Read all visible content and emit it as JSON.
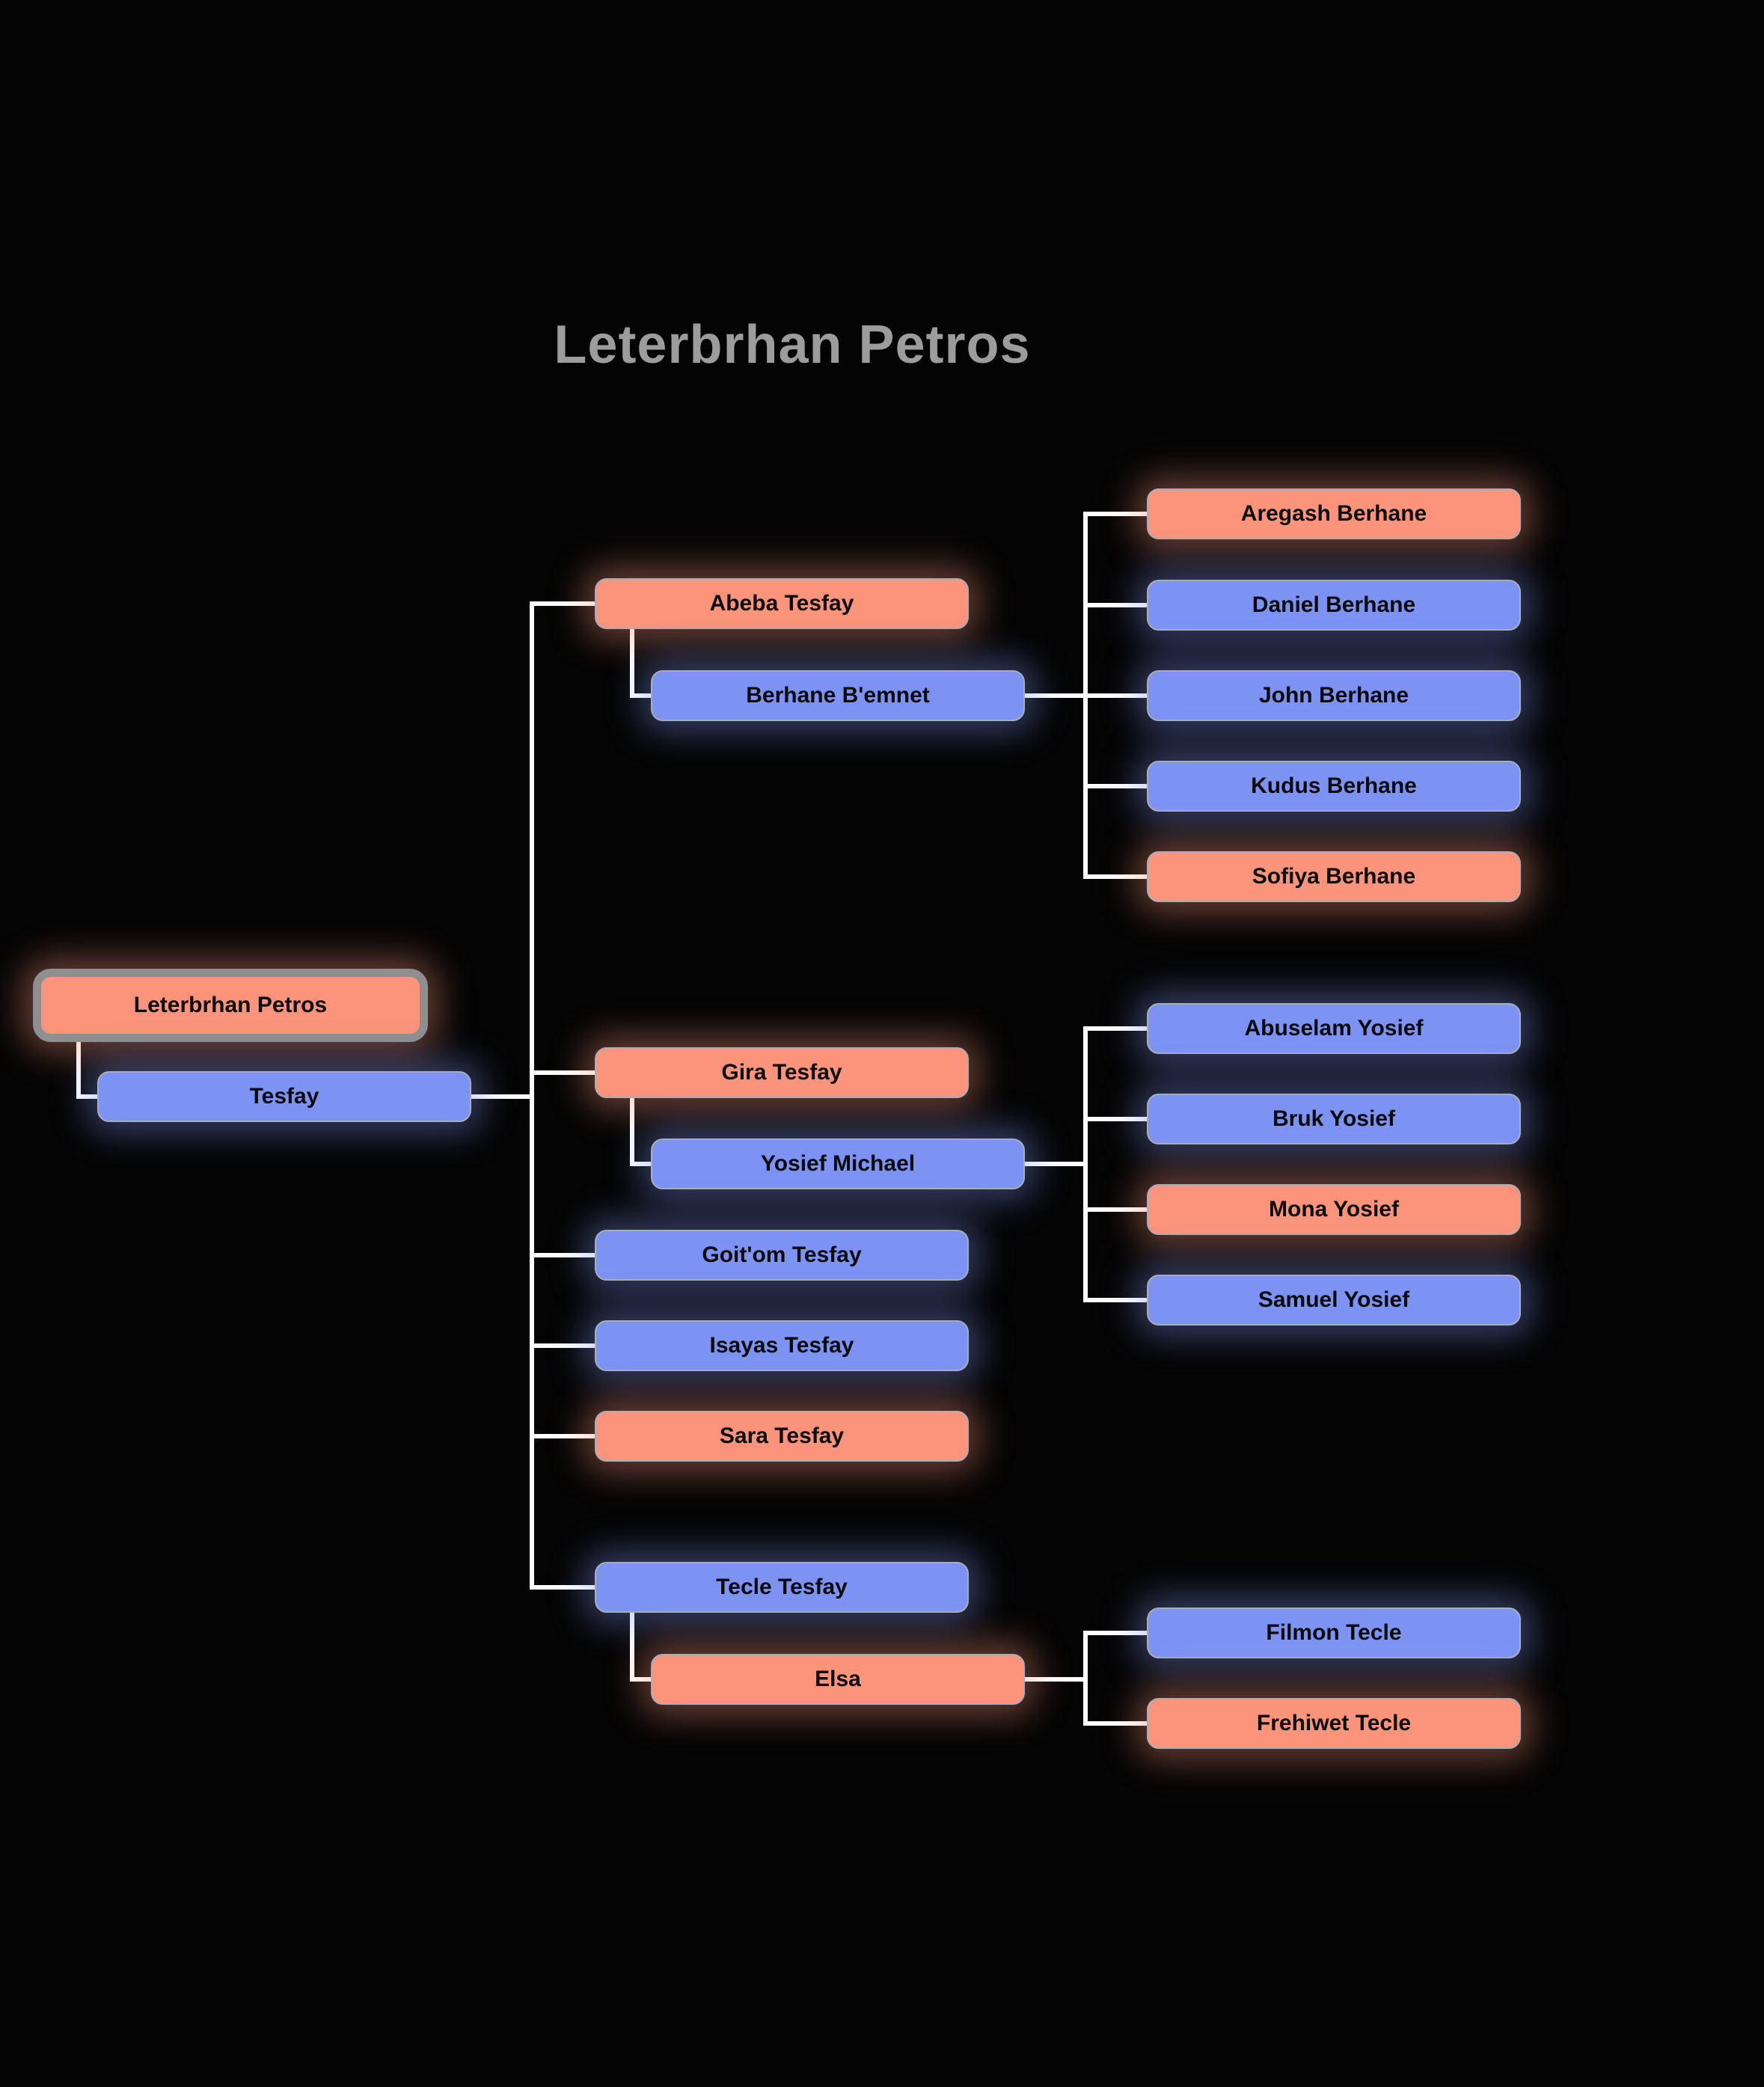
{
  "title": "Leterbrhan Petros",
  "colors": {
    "background": "#040404",
    "female": "#FB947B",
    "male": "#7C93F4",
    "line": "#FFFFFF",
    "title_text": "#9C9C9C",
    "node_text": "#0A0A0A",
    "node_border": "#A8AEB8",
    "selected_border": "#8F8F8F"
  },
  "nodes": {
    "leterbrhan": {
      "label": "Leterbrhan Petros",
      "sex": "female",
      "selected": true
    },
    "tesfay": {
      "label": "Tesfay",
      "sex": "male"
    },
    "abeba": {
      "label": "Abeba Tesfay",
      "sex": "female"
    },
    "berhane": {
      "label": "Berhane B'emnet",
      "sex": "male"
    },
    "aregash": {
      "label": "Aregash Berhane",
      "sex": "female"
    },
    "daniel": {
      "label": "Daniel Berhane",
      "sex": "male"
    },
    "john": {
      "label": "John Berhane",
      "sex": "male"
    },
    "kudus": {
      "label": "Kudus Berhane",
      "sex": "male"
    },
    "sofiya": {
      "label": "Sofiya Berhane",
      "sex": "female"
    },
    "gira": {
      "label": "Gira Tesfay",
      "sex": "female"
    },
    "yosief": {
      "label": "Yosief Michael",
      "sex": "male"
    },
    "abuselam": {
      "label": "Abuselam Yosief",
      "sex": "male"
    },
    "bruk": {
      "label": "Bruk Yosief",
      "sex": "male"
    },
    "mona": {
      "label": "Mona Yosief",
      "sex": "female"
    },
    "samuel": {
      "label": "Samuel Yosief",
      "sex": "male"
    },
    "goitom": {
      "label": "Goit'om Tesfay",
      "sex": "male"
    },
    "isayas": {
      "label": "Isayas Tesfay",
      "sex": "male"
    },
    "sara": {
      "label": "Sara Tesfay",
      "sex": "female"
    },
    "tecle": {
      "label": "Tecle Tesfay",
      "sex": "male"
    },
    "elsa": {
      "label": "Elsa",
      "sex": "female"
    },
    "filmon": {
      "label": "Filmon Tecle",
      "sex": "male"
    },
    "frehiwet": {
      "label": "Frehiwet Tecle",
      "sex": "female"
    }
  },
  "relations": {
    "root": "Leterbrhan Petros",
    "children_of_root": [
      "Tesfay"
    ],
    "children_of_tesfay": [
      "Abeba Tesfay",
      "Gira Tesfay",
      "Goit'om Tesfay",
      "Isayas Tesfay",
      "Sara Tesfay",
      "Tecle Tesfay"
    ],
    "unions": [
      {
        "parent": "Abeba Tesfay",
        "spouse": "Berhane B'emnet",
        "children": [
          "Aregash Berhane",
          "Daniel Berhane",
          "John Berhane",
          "Kudus Berhane",
          "Sofiya Berhane"
        ]
      },
      {
        "parent": "Gira Tesfay",
        "spouse": "Yosief Michael",
        "children": [
          "Abuselam Yosief",
          "Bruk Yosief",
          "Mona Yosief",
          "Samuel Yosief"
        ]
      },
      {
        "parent": "Tecle Tesfay",
        "spouse": "Elsa",
        "children": [
          "Filmon Tecle",
          "Frehiwet Tecle"
        ]
      }
    ]
  }
}
